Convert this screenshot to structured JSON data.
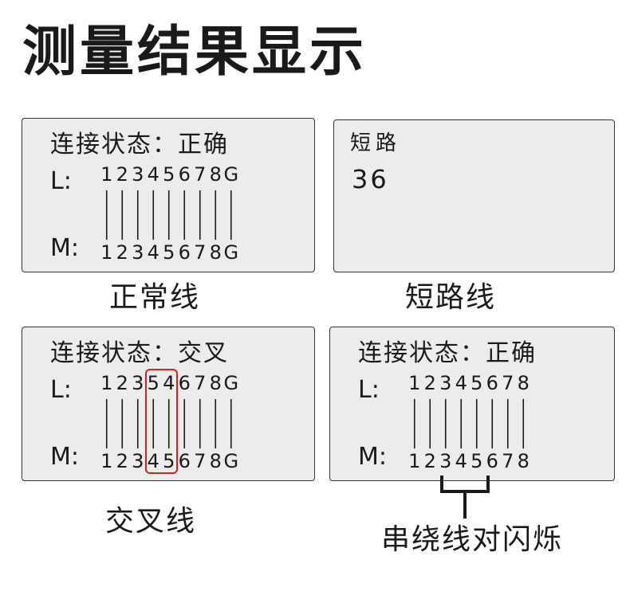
{
  "title": "测量结果显示",
  "panels": {
    "normal": {
      "status": "连接状态：正确",
      "l_label": "L:",
      "m_label": "M:",
      "top": [
        "1",
        "2",
        "3",
        "4",
        "5",
        "6",
        "7",
        "8",
        "G"
      ],
      "bottom": [
        "1",
        "2",
        "3",
        "4",
        "5",
        "6",
        "7",
        "8",
        "G"
      ],
      "caption": "正常线"
    },
    "short": {
      "title": "短路",
      "value": "36",
      "caption": "短路线"
    },
    "cross": {
      "status": "连接状态：交叉",
      "l_label": "L:",
      "m_label": "M:",
      "top": [
        "1",
        "2",
        "3",
        "5",
        "4",
        "6",
        "7",
        "8",
        "G"
      ],
      "bottom": [
        "1",
        "2",
        "3",
        "4",
        "5",
        "6",
        "7",
        "8",
        "G"
      ],
      "caption": "交叉线"
    },
    "split": {
      "status": "连接状态：正确",
      "l_label": "L:",
      "m_label": "M:",
      "top": [
        "1",
        "2",
        "3",
        "4",
        "5",
        "6",
        "7",
        "8"
      ],
      "bottom": [
        "1",
        "2",
        "3",
        "4",
        "5",
        "6",
        "7",
        "8"
      ],
      "caption": "串绕线对闪烁"
    }
  },
  "colors": {
    "highlight": "#d32020",
    "panel_bg": "#ececec",
    "text": "#1a1a1a"
  }
}
